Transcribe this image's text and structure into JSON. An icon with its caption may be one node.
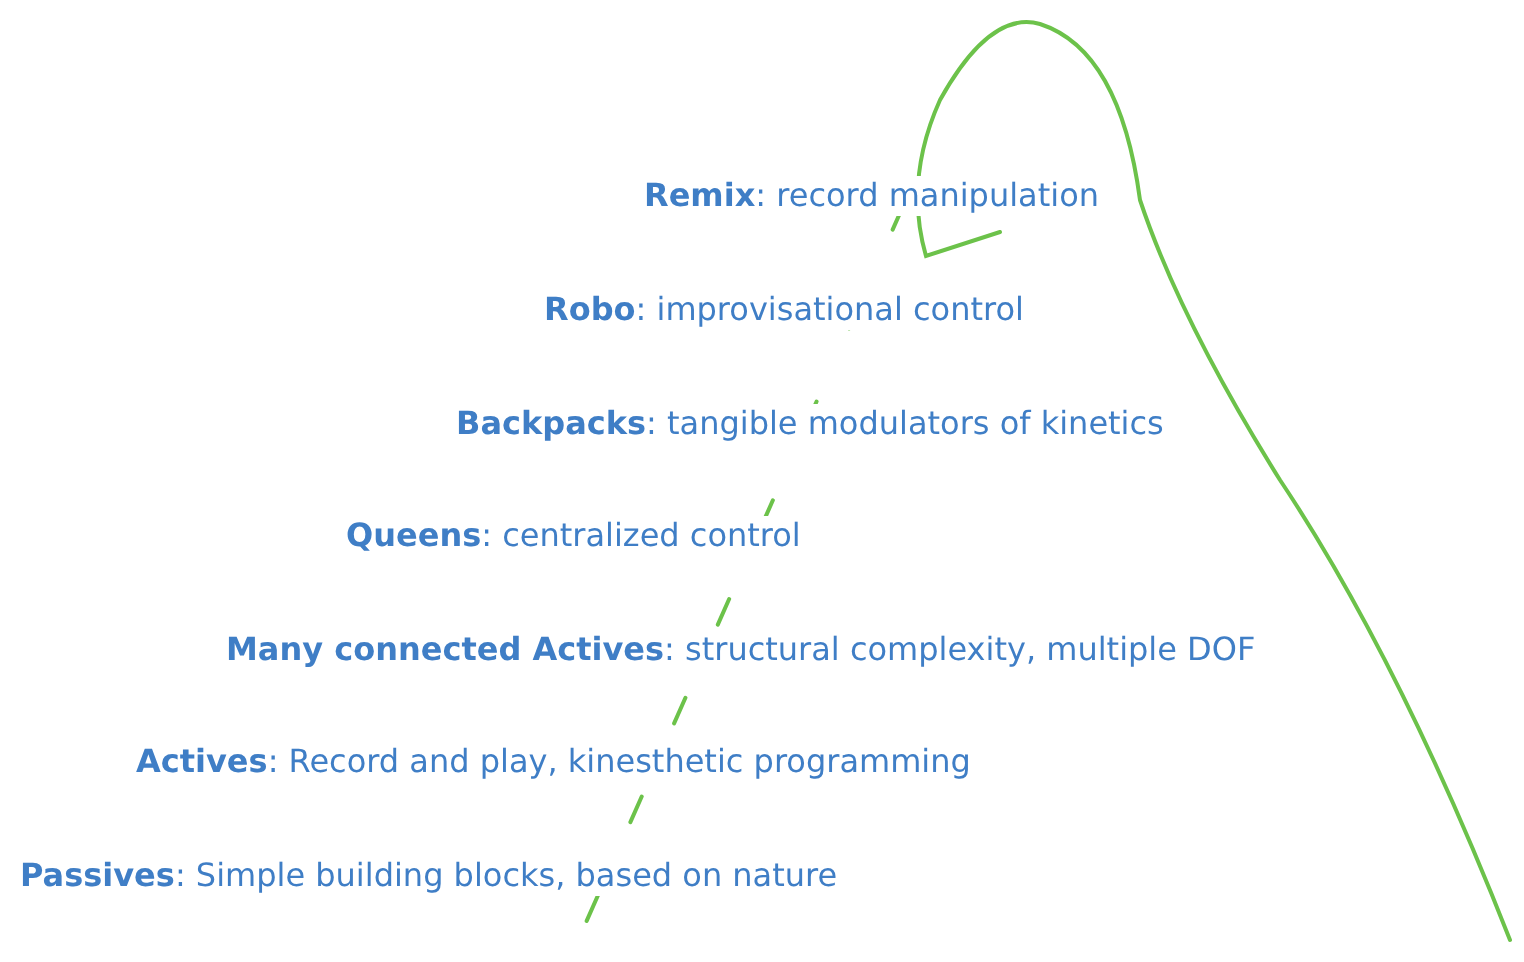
{
  "diagram": {
    "labels": [
      "**Remix**: record manipulation",
      "**Robo**: improvisational control",
      "**Backpacks**: tangible modulators of kinetics",
      "**Queens**: centralized control",
      "**Many connected Actives**: structural complexity, multiple DOF",
      "**Actives**: Record and play, kinesthetic programming",
      "**Passives**: Simple building blocks, based on nature"
    ]
  }
}
